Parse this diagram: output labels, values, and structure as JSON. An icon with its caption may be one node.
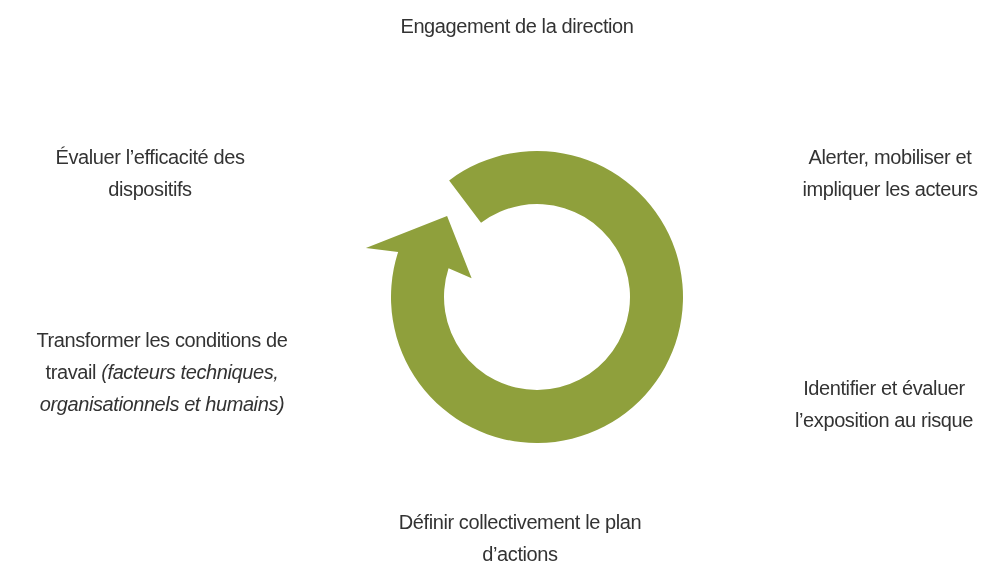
{
  "diagram": {
    "labels": [
      "Engagement de la direction",
      "Évaluer l’efficacité des dispositifs",
      "Alerter, mobiliser et impliquer les acteurs",
      "Transformer les conditions de travail *(facteurs techniques, organisationnels et humains)*",
      "Identifier et évaluer l’exposition au risque",
      "Définir collectivement le plan d’actions"
    ]
  }
}
